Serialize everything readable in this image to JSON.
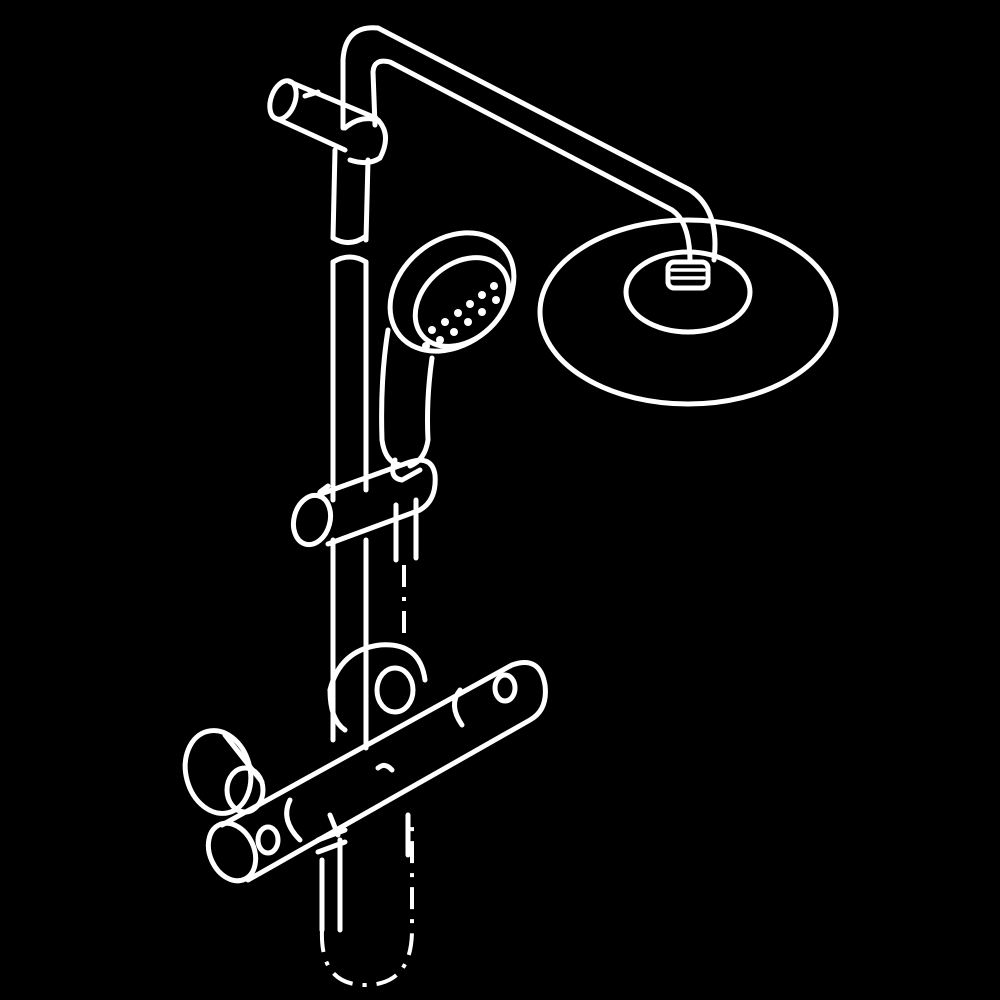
{
  "diagram": {
    "subject": "shower-system-line-drawing",
    "colors": {
      "background": "#000000",
      "line": "#ffffff"
    },
    "parts": [
      "overhead-shower-head",
      "shower-arm",
      "riser-rail",
      "top-rail-bracket",
      "hand-shower",
      "hand-shower-holder",
      "thermostatic-mixer",
      "wall-connection-left",
      "wall-connection-right",
      "hose"
    ]
  }
}
